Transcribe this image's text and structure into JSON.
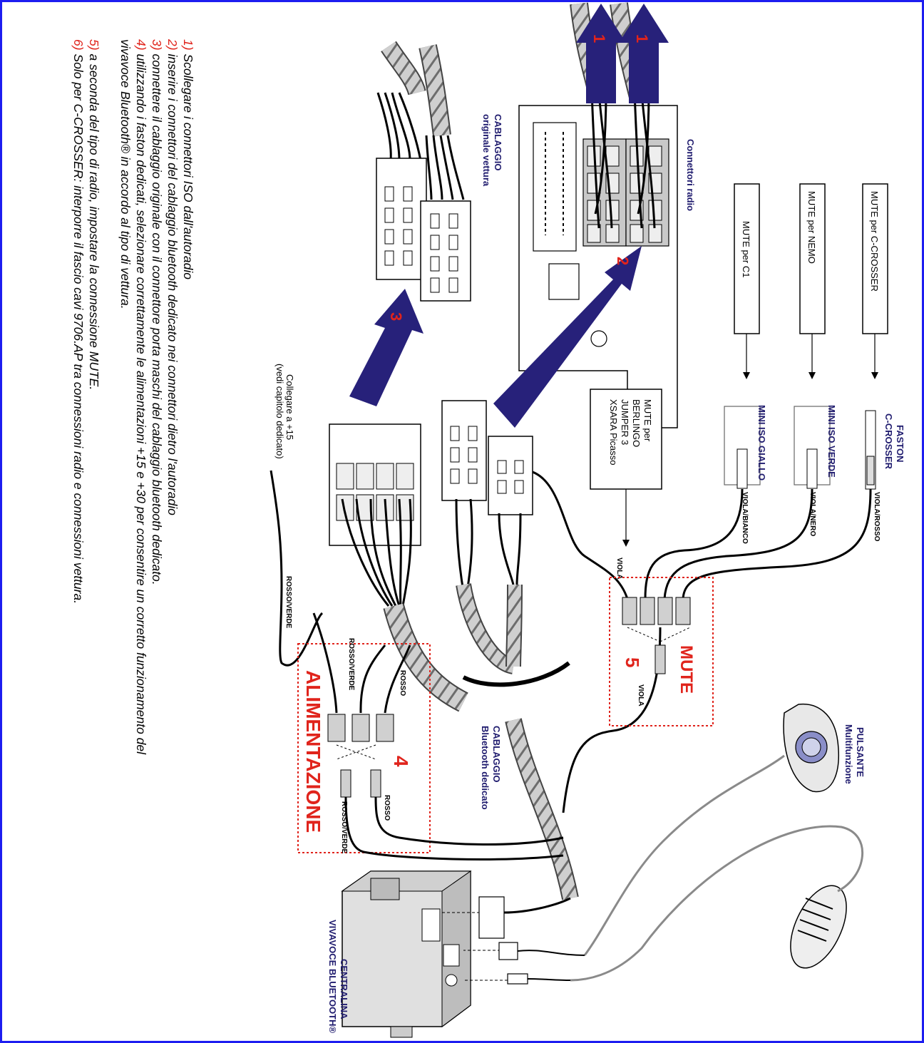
{
  "instructions": [
    {
      "n": "1)",
      "text": "Scollegare i connettori ISO dall'autoradio"
    },
    {
      "n": "2)",
      "text": "inserire i connettori del cablaggio bluetooth dedicato nei connettori dietro l'autoradio"
    },
    {
      "n": "3)",
      "text": "connettere il cablaggio originale con il connettore porta maschi del cablaggio bluetooth dedicato."
    },
    {
      "n": "4)",
      "text": "utilizzando i faston dedicati, selezionare correttamente le alimentazioni +15 e +30 per consentire un corretto funzionamento del"
    },
    {
      "n": "",
      "text": "vivavoce Bluetooth® in accordo al tipo di vettura."
    },
    {
      "n": "5)",
      "text": "a seconda del tipo di radio, impostare la connessione MUTE."
    },
    {
      "n": "6)",
      "text": "Solo per C-CROSSER: interporre il fascio cavi 9706.AP tra connessioni radio e connessioni vettura."
    }
  ],
  "labels": {
    "connettori_radio": "Connettori radio",
    "cablaggio_originale_1": "CABLAGGIO",
    "cablaggio_originale_2": "originale vettura",
    "cablaggio_bt_1": "CABLAGGIO",
    "cablaggio_bt_2": "Bluetooth dedicato",
    "pulsante_1": "PULSANTE",
    "pulsante_2": "Multifunzione",
    "centralina_1": "CENTRALINA",
    "centralina_2": "VIVAVOCE BLUETOOTH®",
    "faston_1": "FASTON",
    "faston_2": "C-CROSSER",
    "mini_iso_verde": "MINI ISO VERDE",
    "mini_iso_giallo": "MINI ISO GIALLO",
    "mute_c_crosser": "MUTE per C-CROSSER",
    "mute_nemo": "MUTE per NEMO",
    "mute_c1": "MUTE per C1",
    "mute_multi": [
      "MUTE per",
      "BERLINGO",
      "JUMPER 3",
      "XSARA Picasso"
    ],
    "collegare_1": "Collegare a +15",
    "collegare_2": "(vedi capitolo dedicato)",
    "mute_title": "MUTE",
    "alimentazione_title": "ALIMENTAZIONE",
    "step4": "4",
    "step5": "5",
    "arrow1a": "1",
    "arrow1b": "1",
    "arrow2": "2",
    "arrow3": "3"
  },
  "wire_labels": {
    "viola_rosso": "VIOLA/ROSSO",
    "viola_nero": "VIOLA/NERO",
    "viola_bianco": "VIOLA/BIANCO",
    "viola_1": "VIOLA",
    "viola_2": "VIOLA",
    "rosso_1": "ROSSO",
    "rosso_verde_1": "ROSSO/VERDE",
    "rosso_verde_2": "ROSSO/VERDE",
    "rosso_2": "ROSSO",
    "rosso_verde_3": "ROSSO/VERDE"
  },
  "colors": {
    "border": "#1d1df0",
    "label_blue": "#1f1b6e",
    "accent_red": "#e0241c",
    "arrow_navy": "#27217a"
  }
}
